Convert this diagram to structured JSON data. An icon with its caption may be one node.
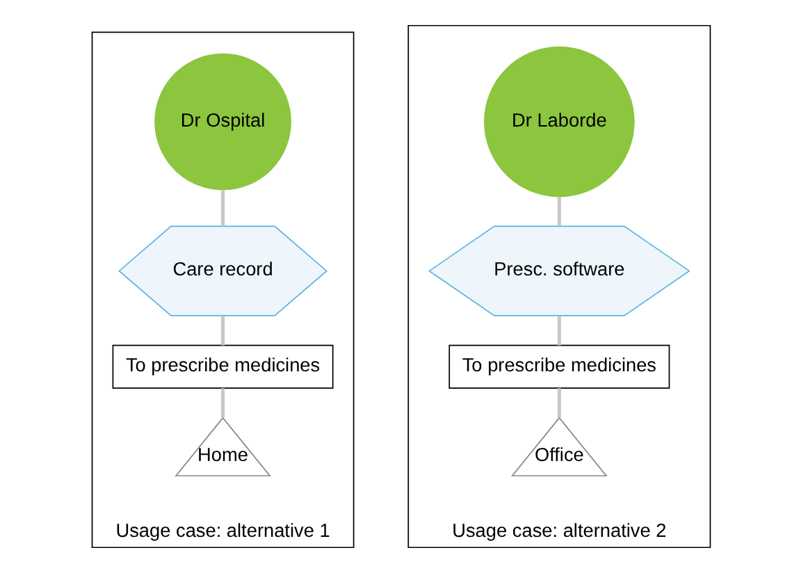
{
  "diagram": {
    "nodes": [
      {
        "text": [
          "Usage case: alternative 1"
        ]
      },
      {
        "text": [
          "Dr Ospital"
        ],
        "in": 0
      },
      {
        "text": [
          "Care record"
        ],
        "in": 0
      },
      {
        "text": [
          "To prescribe medicines"
        ],
        "in": 0
      },
      {
        "text": [
          "Home"
        ],
        "in": 0
      },
      {
        "text": [
          "Usage case: alternative 2"
        ]
      },
      {
        "text": [
          "Dr Laborde"
        ],
        "in": 5
      },
      {
        "text": [
          "Presc. software"
        ],
        "in": 5
      },
      {
        "text": [
          "To prescribe medicines"
        ],
        "in": 5
      },
      {
        "text": [
          "Office"
        ],
        "in": 5
      }
    ],
    "edges": [
      {
        "from": 1,
        "to": 2,
        "arrow": "none"
      },
      {
        "from": 2,
        "to": 3,
        "arrow": "none"
      },
      {
        "from": 3,
        "to": 4,
        "arrow": "none"
      },
      {
        "from": 6,
        "to": 7,
        "arrow": "none"
      },
      {
        "from": 7,
        "to": 8,
        "arrow": "none"
      },
      {
        "from": 8,
        "to": 9,
        "arrow": "none"
      }
    ]
  }
}
